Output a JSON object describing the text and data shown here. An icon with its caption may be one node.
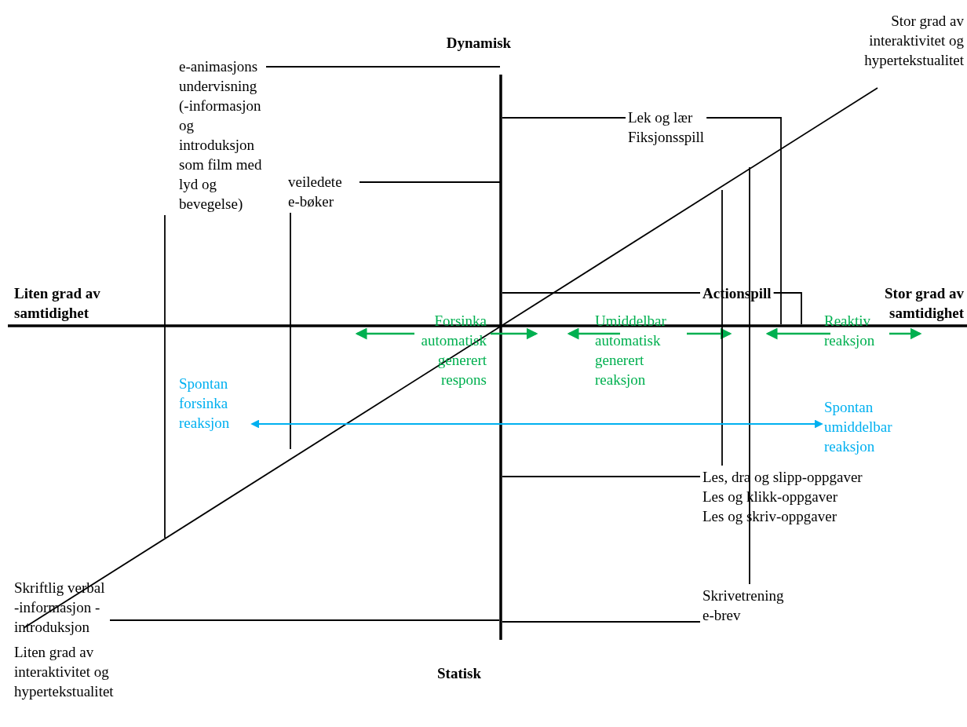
{
  "diagram": {
    "nodes": [
      {
        "text": [
          "e-animasjons undervisning (-informasjon og introduksjon som film med lyd og bevegelse)"
        ]
      },
      {
        "text": [
          "veiledete e-bøker"
        ]
      },
      {
        "text": [
          "Lek og lær",
          "Fiksjonsspill"
        ]
      },
      {
        "text": [
          "Actionspill"
        ]
      },
      {
        "text": [
          "Les, dra og slipp-oppgaver",
          "Les og klikk-oppgaver",
          "Les og skriv-oppgaver"
        ]
      },
      {
        "text": [
          "Skrivetrening",
          "e-brev"
        ]
      },
      {
        "text": [
          "Skriftlig verbal -informasjon -introduksjon"
        ]
      },
      {
        "text": [
          "Spontan forsinka reaksjon"
        ]
      },
      {
        "text": [
          "Spontan umiddelbar reaksjon"
        ]
      }
    ],
    "edges": [
      {
        "from": 0,
        "to": null,
        "arrow": "none"
      },
      {
        "from": 0,
        "to": null,
        "arrow": "none"
      },
      {
        "from": 1,
        "to": null,
        "arrow": "none"
      },
      {
        "from": 1,
        "to": null,
        "arrow": "none"
      },
      {
        "from": 2,
        "to": null,
        "arrow": "none"
      },
      {
        "from": 2,
        "to": null,
        "arrow": "none"
      },
      {
        "from": 3,
        "to": null,
        "arrow": "none"
      },
      {
        "from": 3,
        "to": null,
        "arrow": "none"
      },
      {
        "from": 4,
        "to": null,
        "arrow": "none"
      },
      {
        "from": 4,
        "to": null,
        "arrow": "none"
      },
      {
        "from": 5,
        "to": null,
        "arrow": "none"
      },
      {
        "from": 5,
        "to": null,
        "arrow": "none"
      },
      {
        "from": 6,
        "to": null,
        "arrow": "none"
      },
      {
        "from": 7,
        "to": 8,
        "arrow": "both",
        "color": "#00b0f0"
      }
    ],
    "labels": [
      "Stor grad av interaktivitet og hypertekstualitet",
      "Dynamisk",
      "Liten grad av samtidighet",
      "Stor grad av samtidighet",
      "Forsinka automatisk generert respons",
      "Umiddelbar automatisk generert reaksjon",
      "Reaktiv reaksjon",
      "Liten grad av interaktivitet og hypertekstualitet",
      "Statisk"
    ]
  }
}
